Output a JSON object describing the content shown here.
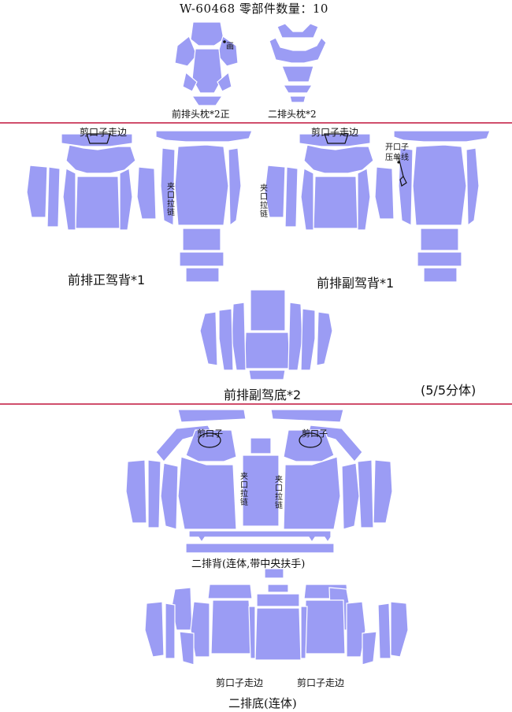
{
  "header": {
    "title": "W-60468 零部件数量：10"
  },
  "colors": {
    "piece_fill": "#9b9cf4",
    "piece_stroke": "#ffffff",
    "separator": "#c0143c",
    "outline": "#111111"
  },
  "section1": {
    "caption_front_headrest": "前排头枕*2正",
    "caption_rear_headrest": "二排头枕*2",
    "tiny_note": "画"
  },
  "section2": {
    "caption_driver_back": "前排正驾背*1",
    "caption_passenger_back": "前排副驾背*1",
    "caption_passenger_bottom": "前排副驾底*2",
    "split_note": "(5/5分体)",
    "cut_edge_left": "剪口子走边",
    "cut_edge_right": "剪口子走边",
    "zipper_left": "夹口拉链",
    "zipper_right": "夹口拉链",
    "open_mark_line1": "开口子",
    "open_mark_line2": "压单线"
  },
  "section3": {
    "caption_rear_back": "二排背(连体,带中央扶手)",
    "cut_left": "剪口子",
    "cut_right": "剪口子",
    "zipper_left": "夹口拉链",
    "zipper_right": "夹口拉链"
  },
  "section4": {
    "caption_rear_bottom": "二排底(连体)",
    "cut_edge_left": "剪口子走边",
    "cut_edge_right": "剪口子走边"
  }
}
